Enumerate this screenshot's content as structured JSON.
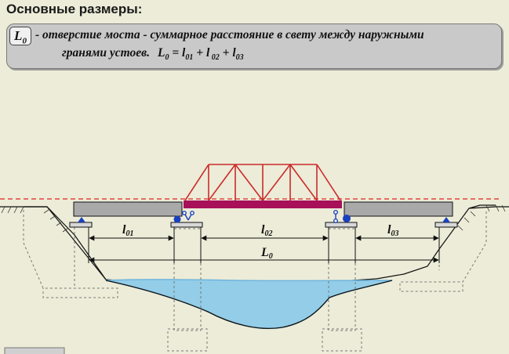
{
  "header": {
    "title": "Основные размеры:"
  },
  "definition": {
    "symbol": "L",
    "symbol_sub": "0",
    "text_line1": "- отверстие моста - суммарное расстояние в свету между наружными",
    "text_line2": "гранями устоев.",
    "formula": {
      "lhs": "L",
      "lhs_sub": "0",
      "eq": " = ",
      "t1": "l",
      "t1_sub": "01",
      "plus1": " + ",
      "t2": "l",
      "t2_sub": " 02",
      "plus2": " + ",
      "t3": "l",
      "t3_sub": "03"
    }
  },
  "dimensions": {
    "l01": {
      "main": "l",
      "sub": "01"
    },
    "l02": {
      "main": "l",
      "sub": "02"
    },
    "l03": {
      "main": "l",
      "sub": "03"
    },
    "L0": {
      "main": "L",
      "sub": "0"
    }
  },
  "colors": {
    "background": "#ececd8",
    "truss": "#cc2a2a",
    "girder_main": "#a8105a",
    "span_gray": "#a9a9a9",
    "water": "#93cde8",
    "water_surface": "#6fb4dd",
    "bearing": "#1a40c0",
    "level_line": "#dd2222"
  }
}
